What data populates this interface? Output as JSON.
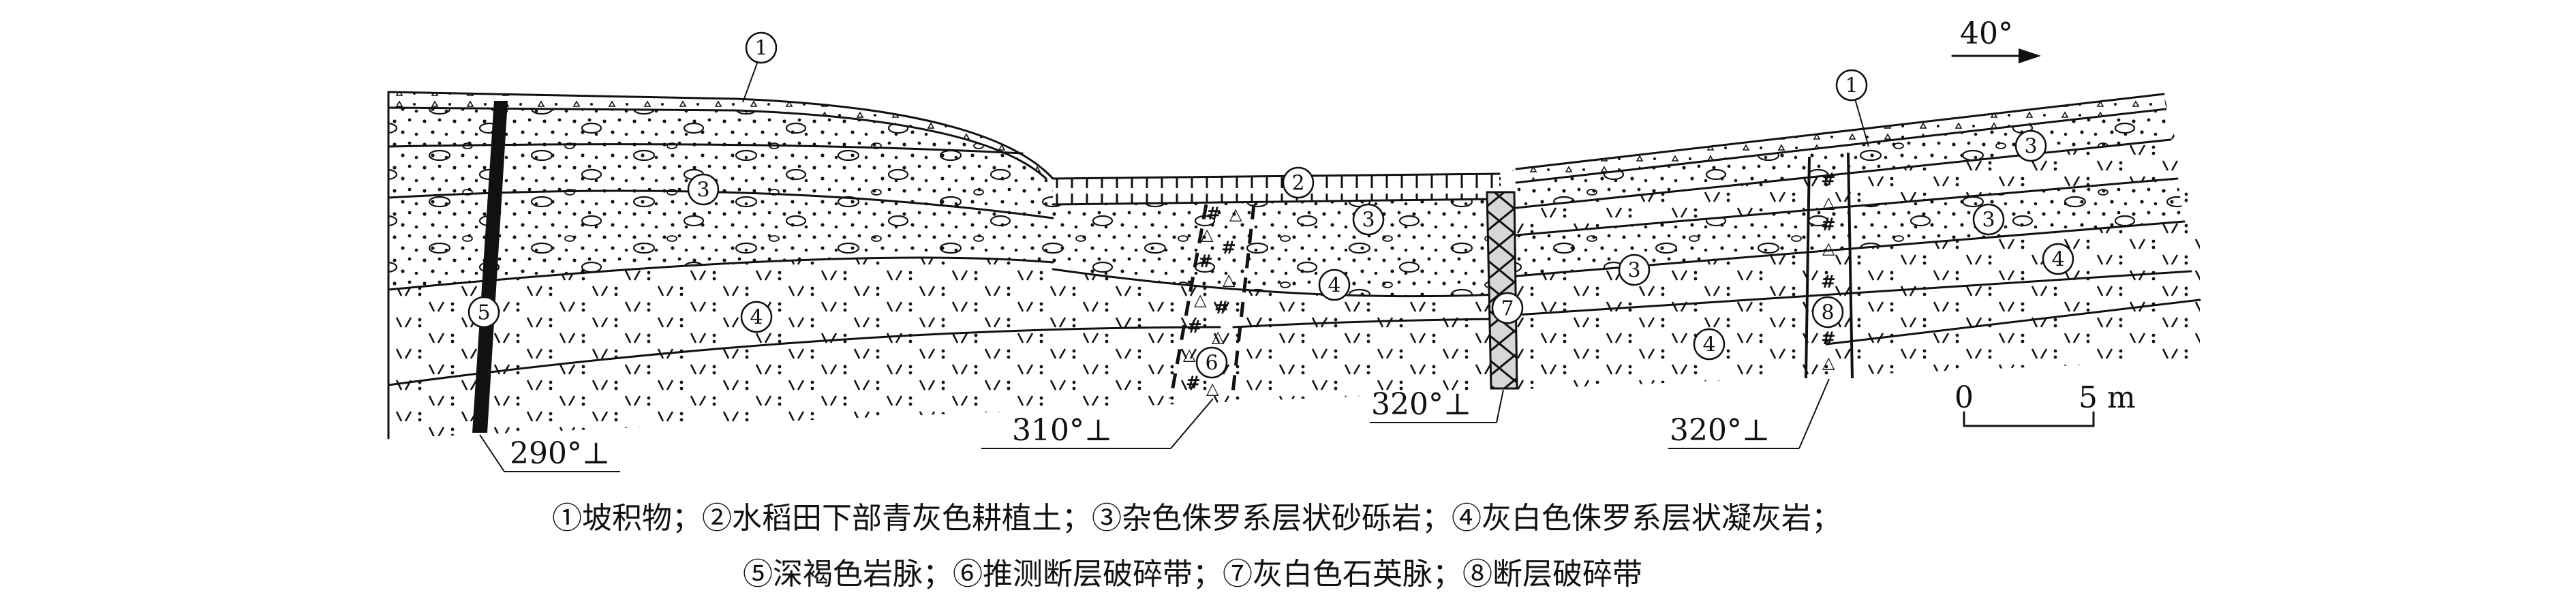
{
  "direction": {
    "label": "40°"
  },
  "units": {
    "number": {
      "1": "1",
      "2": "2",
      "3": "3",
      "4": "4",
      "5": "5",
      "6": "6",
      "7": "7",
      "8": "8"
    }
  },
  "orientations": {
    "dyke_5": "290°⊥",
    "fault_6": "310°⊥",
    "vein_7": "320°⊥",
    "fault_8": "320°⊥"
  },
  "scale": {
    "start": "0",
    "end": "5 m"
  },
  "legend": {
    "line1": "①坡积物；②水稻田下部青灰色耕植土；③杂色侏罗系层状砂砾岩；④灰白色侏罗系层状凝灰岩；",
    "line2": "⑤深褐色岩脉；⑥推测断层破碎带；⑦灰白色石英脉；⑧断层破碎带"
  },
  "colors": {
    "ink": "#111111",
    "background": "#ffffff"
  }
}
